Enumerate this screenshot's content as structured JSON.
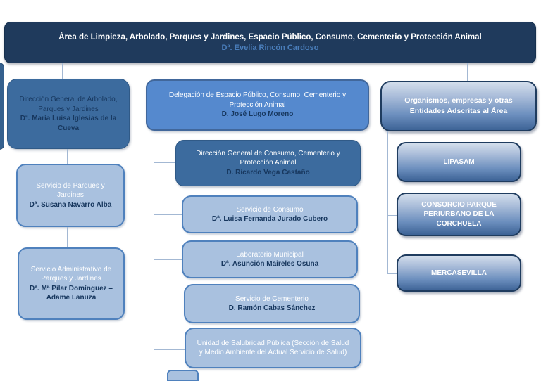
{
  "org": {
    "root": {
      "title": "Área de Limpieza, Arbolado, Parques y Jardines, Espacio Público, Consumo, Cementerio y Protección Animal",
      "person": "Dª. Evelia Rincón Cardoso"
    },
    "left": {
      "head": {
        "title": "Dirección General de Arbolado, Parques y Jardines",
        "person": "Dª. María Luisa Iglesias de la Cueva"
      },
      "children": [
        {
          "title": "Servicio de Parques y Jardines",
          "person": "Dª. Susana Navarro Alba"
        },
        {
          "title": "Servicio Administrativo de Parques y Jardines",
          "person": "Dª. Mª Pilar Domínguez – Adame Lanuza"
        }
      ]
    },
    "middle": {
      "head": {
        "title": "Delegación de Espacio Público, Consumo, Cementerio y Protección Animal",
        "person": "D. José Lugo Moreno"
      },
      "sub_head": {
        "title": "Dirección General de Consumo, Cementerio y Protección Animal",
        "person": "D. Ricardo Vega Castaño"
      },
      "children": [
        {
          "title": "Servicio de Consumo",
          "person": "Dª. Luisa Fernanda Jurado Cubero"
        },
        {
          "title": "Laboratorio Municipal",
          "person": "Dª. Asunción Maireles Osuna"
        },
        {
          "title": "Servicio de Cementerio",
          "person": "D. Ramón Cabas Sánchez"
        },
        {
          "title": "Unidad de Salubridad Pública (Sección de Salud y Medio Ambiente del Actual Servicio de Salud)"
        }
      ]
    },
    "right": {
      "head": {
        "title": "Organismos, empresas y otras Entidades Adscritas al Área"
      },
      "children": [
        {
          "title": "LIPASAM"
        },
        {
          "title": "CONSORCIO PARQUE PERIURBANO DE LA CORCHUELA"
        },
        {
          "title": "MERCASEVILLA"
        }
      ]
    },
    "colors": {
      "banner_bg": "#1f3a5c",
      "head_bg": "#3c6b9e",
      "delegation_bg": "#5589ce",
      "light_bg": "#a9c1df",
      "light_border": "#4f81bd",
      "gradient_top": "#d3deec",
      "gradient_bottom": "#3d6396",
      "name_text": "#17375e",
      "banner_subtitle": "#4a7ebb",
      "connector_line": "#a3b8d3"
    }
  }
}
